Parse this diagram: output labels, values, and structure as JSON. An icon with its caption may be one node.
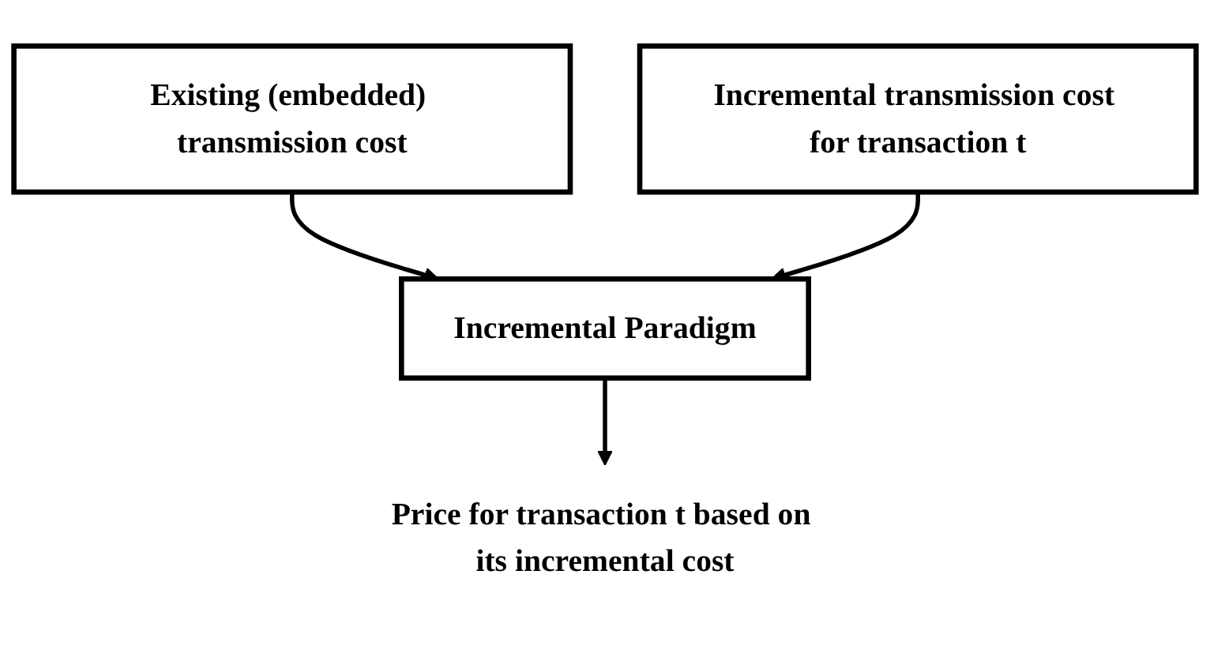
{
  "diagram": {
    "nodes": [
      {
        "text": [
          "Existing (embedded) transmission cost"
        ]
      },
      {
        "text": [
          "Incremental transmission cost for transaction t"
        ]
      },
      {
        "text": [
          "Incremental Paradigm"
        ]
      },
      {
        "text": [
          "Price for transaction t based on its incremental cost"
        ]
      }
    ],
    "edges": [
      {
        "from": 0,
        "to": 2,
        "arrow": "to"
      },
      {
        "from": 1,
        "to": 2,
        "arrow": "to"
      },
      {
        "from": 2,
        "to": 3,
        "arrow": "to"
      }
    ]
  }
}
